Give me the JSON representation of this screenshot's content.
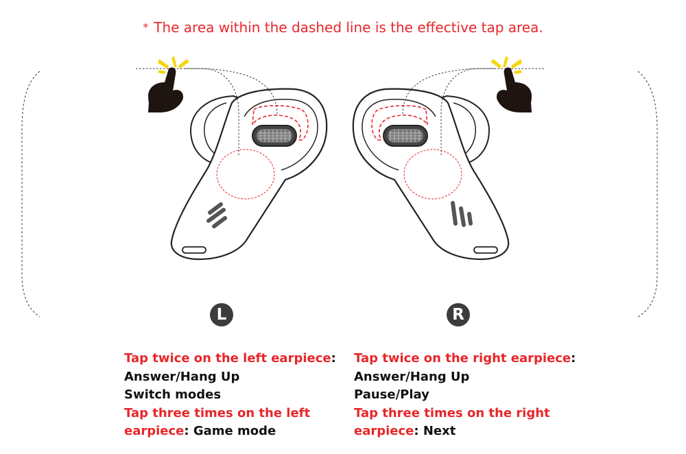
{
  "note": {
    "symbol": "*",
    "text": "The area within the dashed line is the effective tap area."
  },
  "left": {
    "badge": "L",
    "heading": "Tap twice on the left earpiece",
    "actions": [
      "Answer/Hang Up",
      "Switch modes"
    ],
    "triple_heading_line1": "Tap three times on the left",
    "triple_heading_line2": "earpiece",
    "triple_action": "Game mode"
  },
  "right": {
    "badge": "R",
    "heading": "Tap twice on the right earpiece",
    "actions": [
      "Answer/Hang Up",
      "Pause/Play"
    ],
    "triple_heading_line1": "Tap three times on the right",
    "triple_heading_line2": "earpiece",
    "triple_action": "Next"
  },
  "colors": {
    "accent_red": "#e8262a",
    "text": "#111111",
    "badge": "#3c3c3c",
    "tap_yellow": "#f5d60f"
  },
  "icons": [
    "tap-hand-icon",
    "left-earbud-icon",
    "right-earbud-icon",
    "edifier-logo-icon"
  ]
}
